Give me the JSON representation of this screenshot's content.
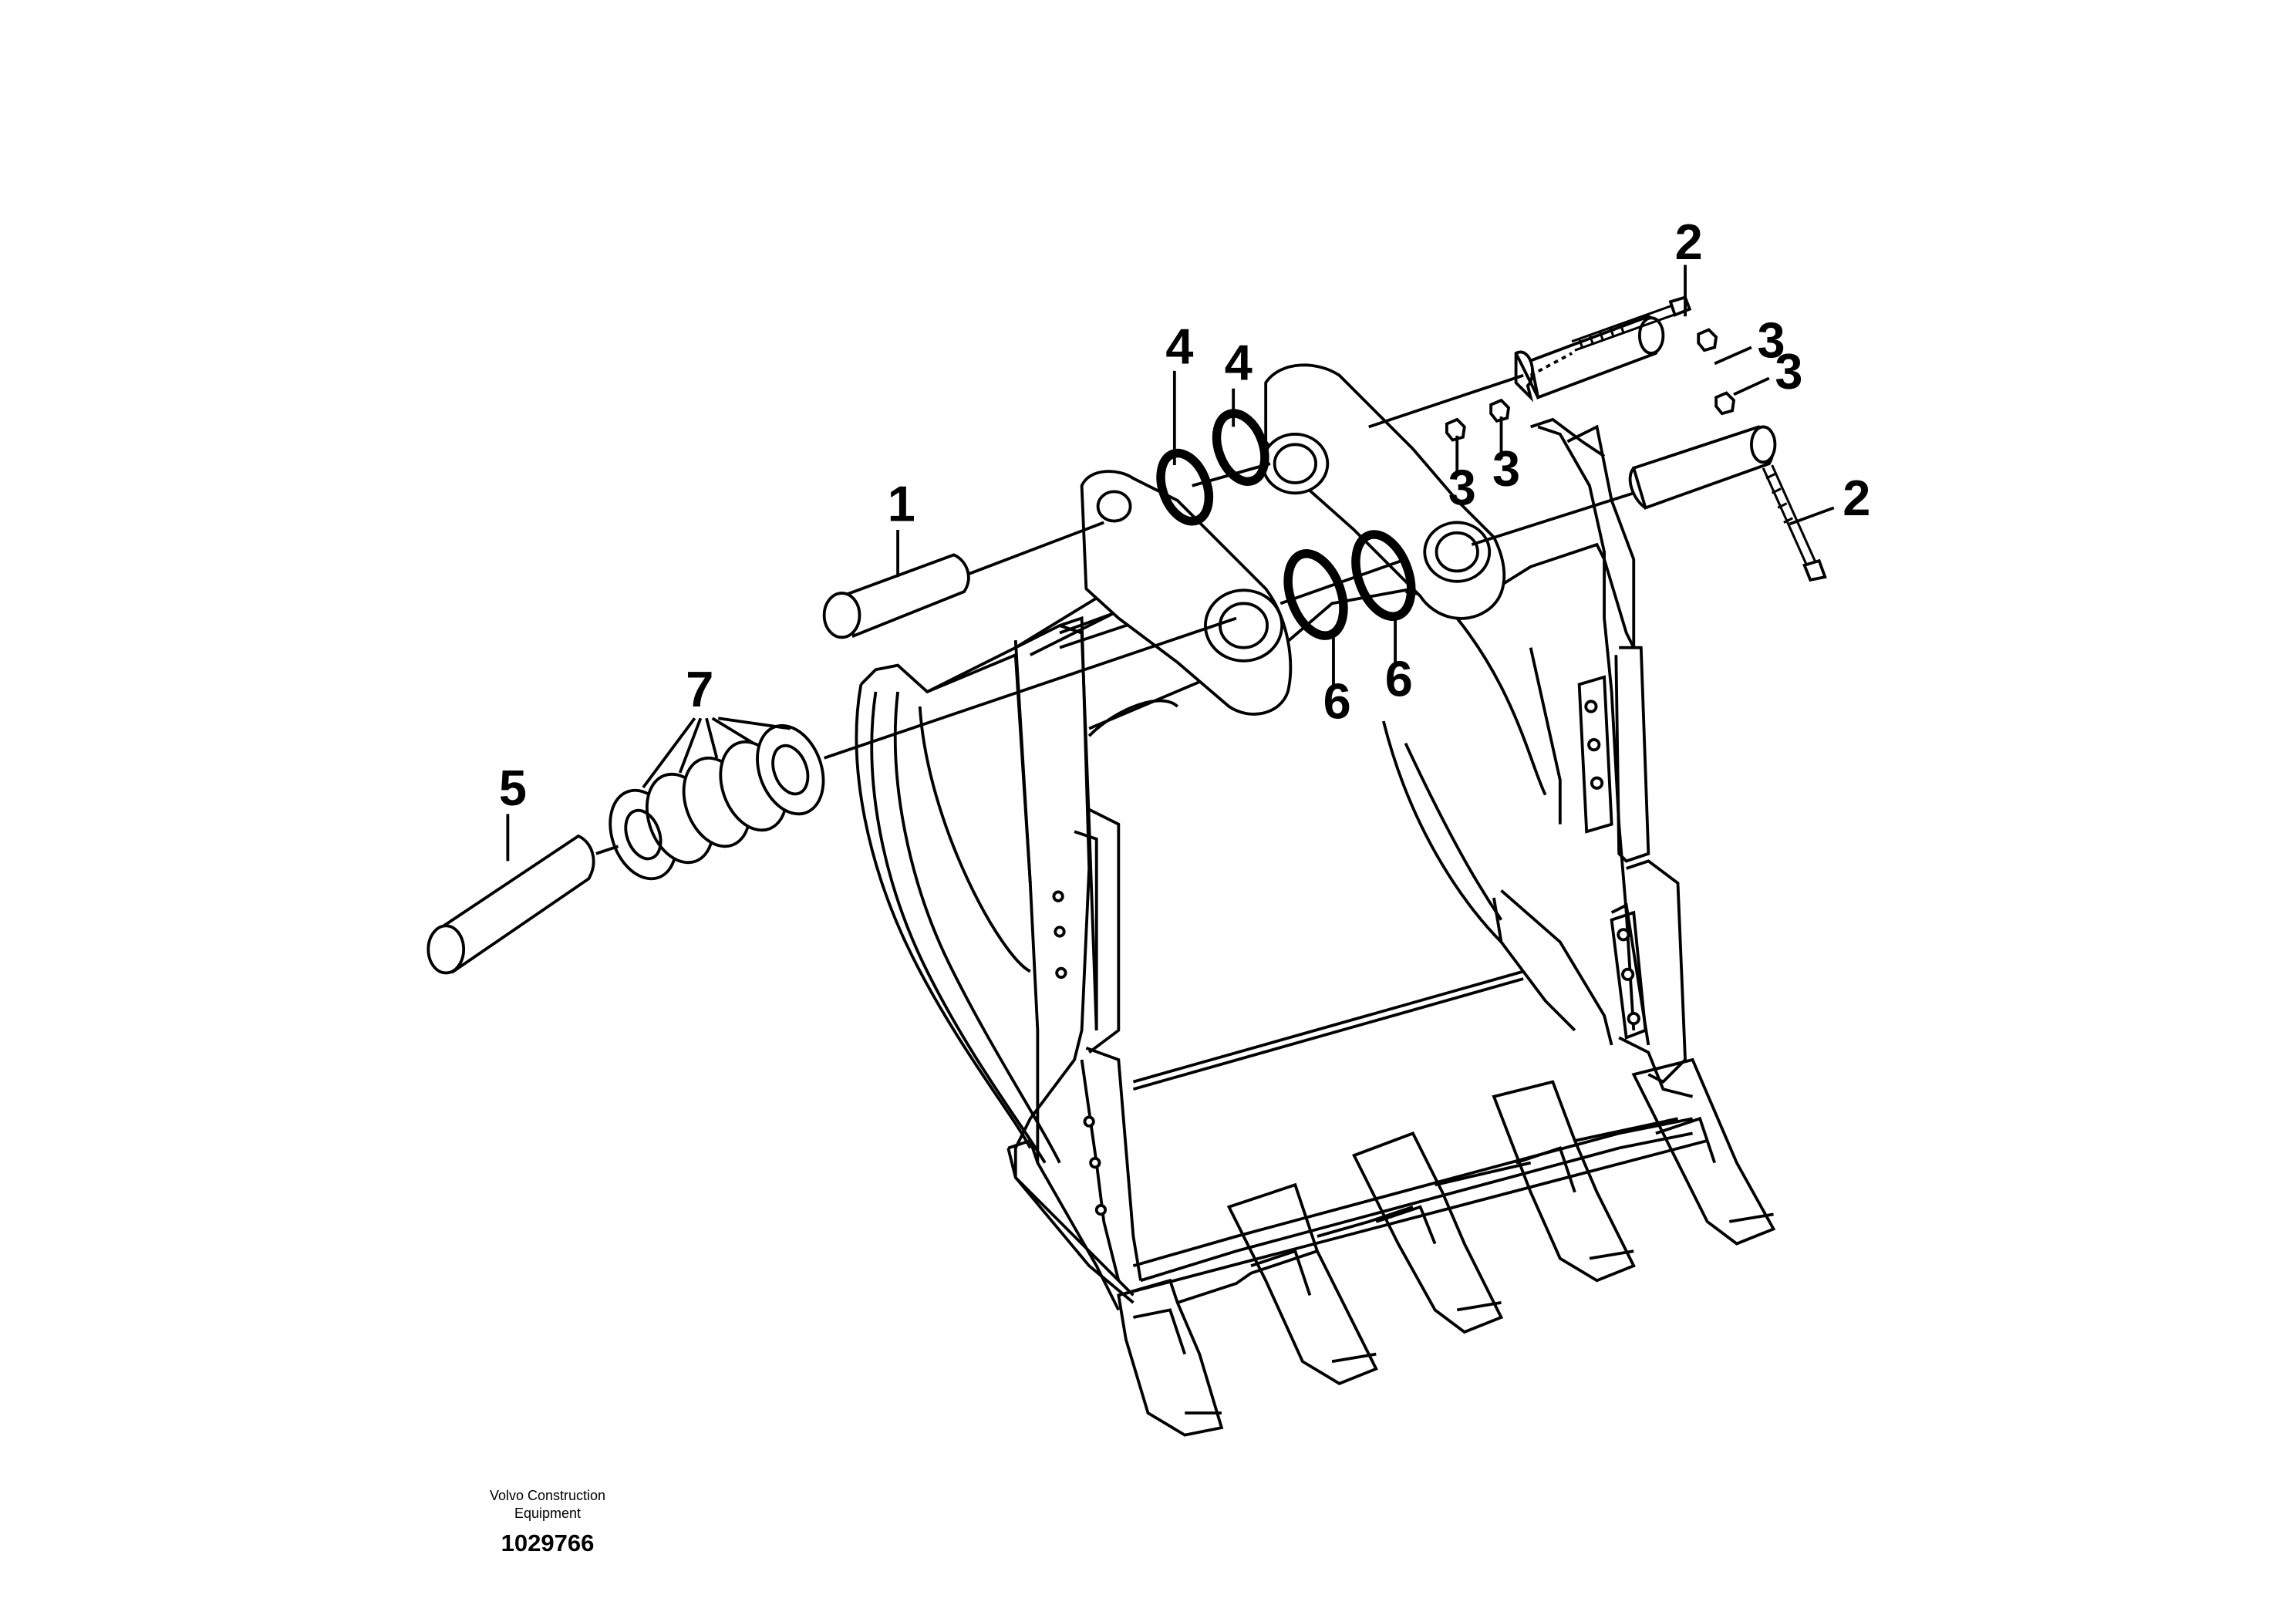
{
  "diagram": {
    "callouts": [
      {
        "id": "c1",
        "label": "1"
      },
      {
        "id": "c2a",
        "label": "2"
      },
      {
        "id": "c2b",
        "label": "2"
      },
      {
        "id": "c3a",
        "label": "3"
      },
      {
        "id": "c3b",
        "label": "3"
      },
      {
        "id": "c3c",
        "label": "3"
      },
      {
        "id": "c3d",
        "label": "3"
      },
      {
        "id": "c4a",
        "label": "4"
      },
      {
        "id": "c4b",
        "label": "4"
      },
      {
        "id": "c5",
        "label": "5"
      },
      {
        "id": "c6a",
        "label": "6"
      },
      {
        "id": "c6b",
        "label": "6"
      },
      {
        "id": "c7",
        "label": "7"
      }
    ]
  },
  "footer": {
    "brand_line1": "Volvo Construction",
    "brand_line2": "Equipment",
    "drawing_number": "1029766"
  }
}
